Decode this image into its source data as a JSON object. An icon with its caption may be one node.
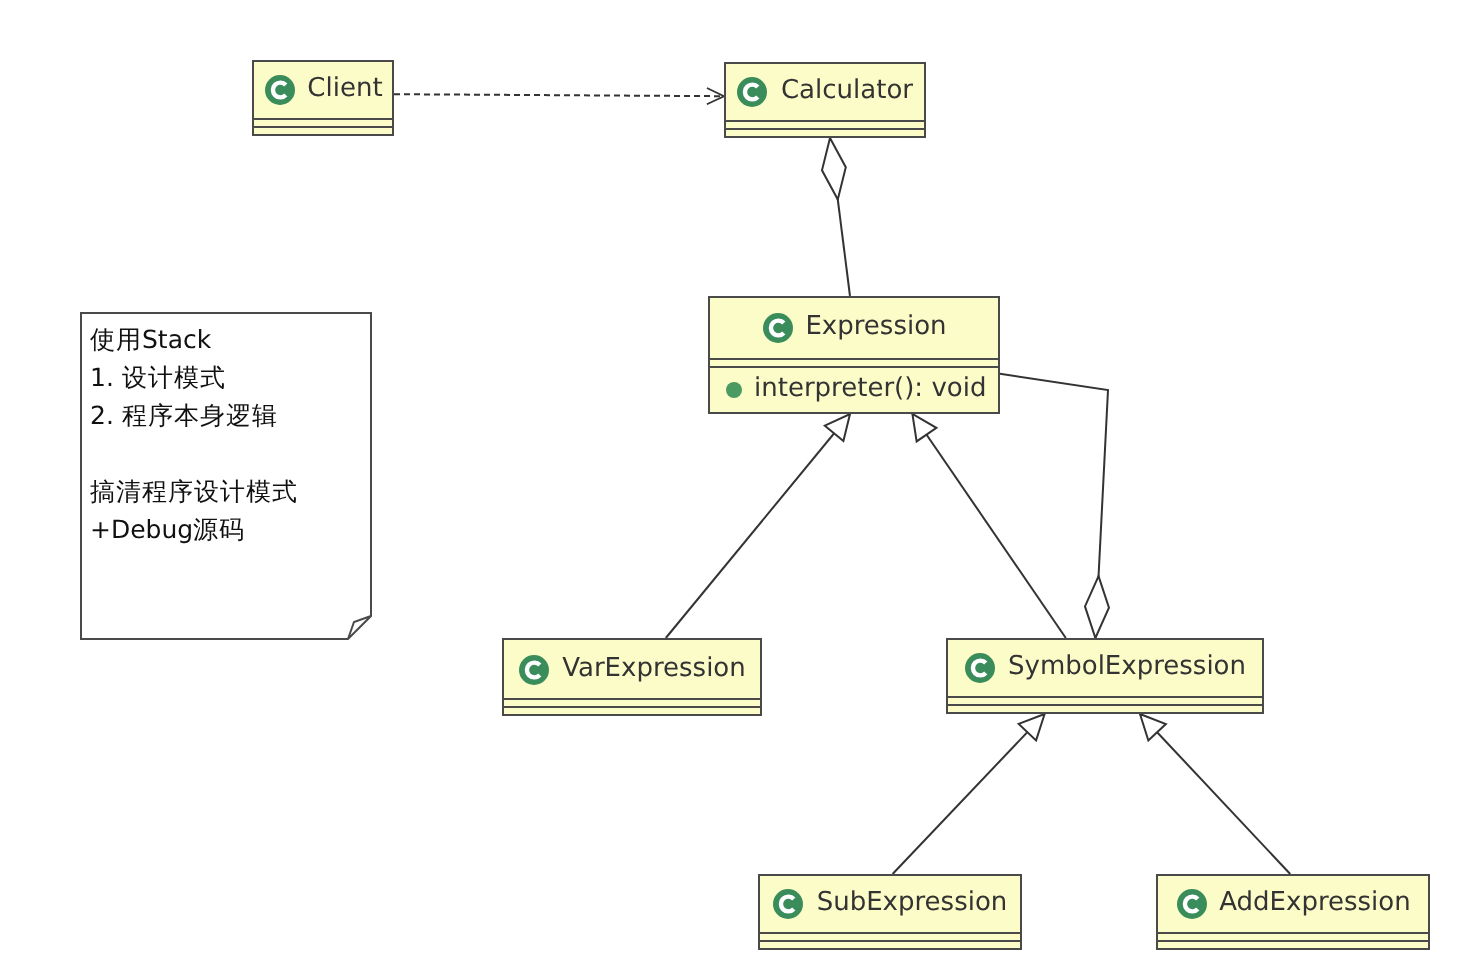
{
  "diagram": {
    "nodes": [
      {
        "text": [
          "Client"
        ]
      },
      {
        "text": [
          "Calculator"
        ]
      },
      {
        "text": [
          "Expression",
          "interpreter(): void"
        ]
      },
      {
        "text": [
          "使用Stack",
          "1. 设计模式",
          "2. 程序本身逻辑",
          "搞清程序设计模式",
          "+Debug源码"
        ]
      },
      {
        "text": [
          "VarExpression"
        ]
      },
      {
        "text": [
          "SymbolExpression"
        ]
      },
      {
        "text": [
          "SubExpression"
        ]
      },
      {
        "text": [
          "AddExpression"
        ]
      }
    ],
    "edges": [
      {
        "from": 0,
        "to": 1,
        "arrow": "to",
        "style": "dashed"
      },
      {
        "from": 2,
        "to": 1,
        "arrow": "other"
      },
      {
        "from": 4,
        "to": 2,
        "arrow": "to"
      },
      {
        "from": 5,
        "to": 2,
        "arrow": "to"
      },
      {
        "from": 2,
        "to": 5,
        "arrow": "other"
      },
      {
        "from": 6,
        "to": 5,
        "arrow": "to"
      },
      {
        "from": 7,
        "to": 5,
        "arrow": "to"
      }
    ]
  }
}
